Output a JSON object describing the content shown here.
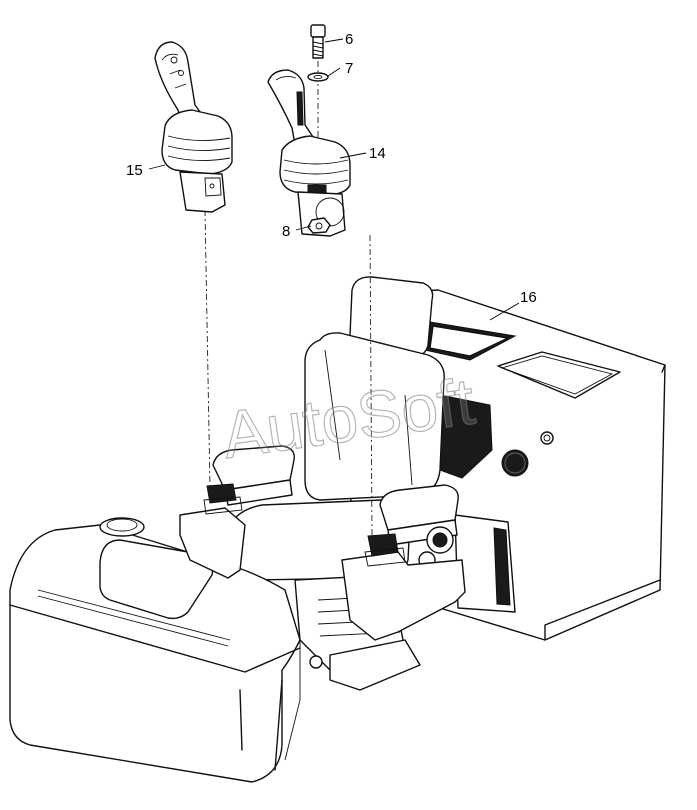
{
  "watermark": "AutoSoft",
  "callouts": [
    {
      "id": "6",
      "label": "6"
    },
    {
      "id": "7",
      "label": "7"
    },
    {
      "id": "14",
      "label": "14"
    },
    {
      "id": "15",
      "label": "15"
    },
    {
      "id": "8",
      "label": "8"
    },
    {
      "id": "16",
      "label": "16"
    }
  ]
}
